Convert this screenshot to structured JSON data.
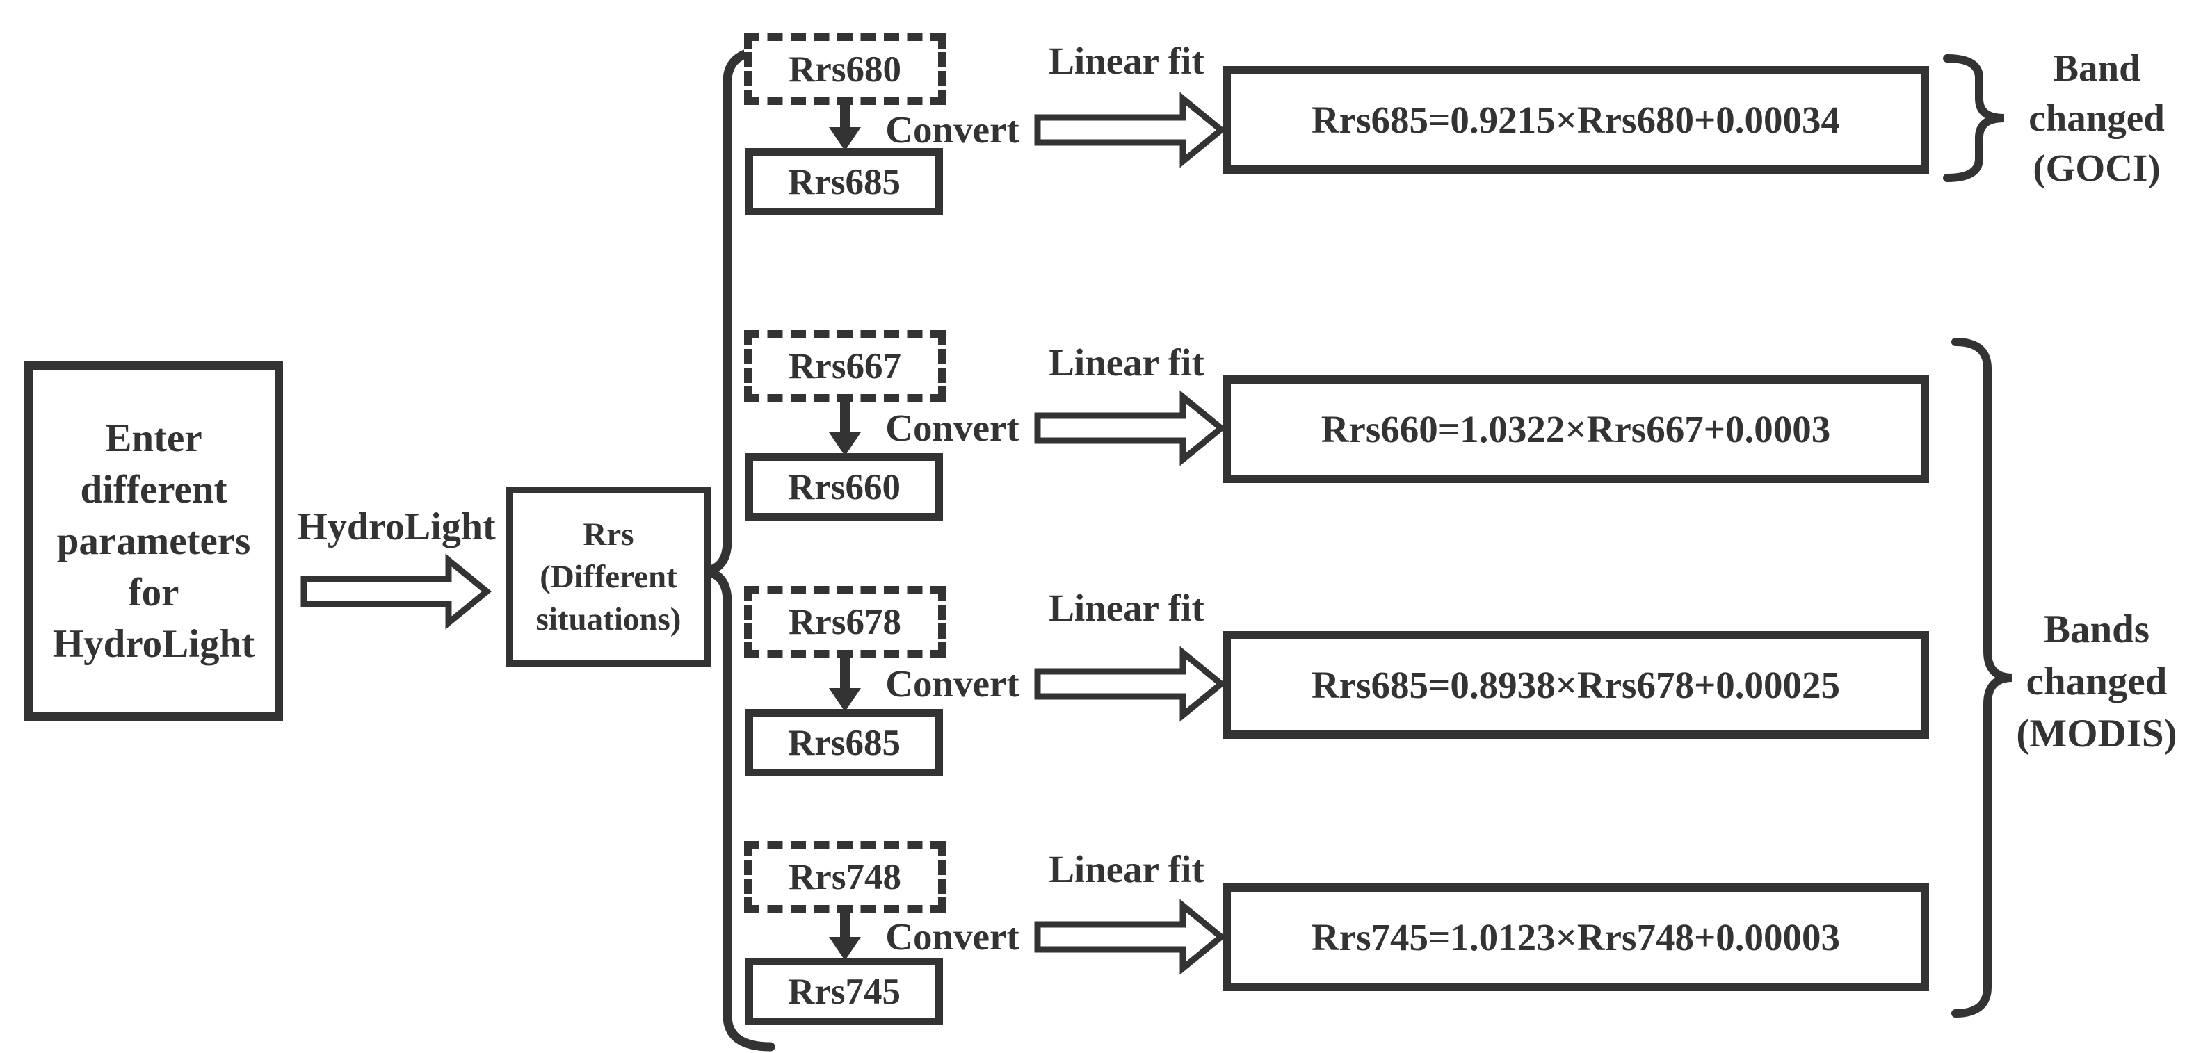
{
  "colors": {
    "ink": "#333333",
    "background": "#ffffff"
  },
  "flow": {
    "input_box": {
      "lines": [
        "Enter",
        "different",
        "parameters",
        "for",
        "HydroLight"
      ]
    },
    "hydrolight_label": "HydroLight",
    "rrs_box": {
      "lines": [
        "Rrs",
        "(Different",
        "situations)"
      ]
    },
    "branches": [
      {
        "source": "Rrs680",
        "convert_label": "Convert",
        "target": "Rrs685",
        "linear_fit_label": "Linear fit",
        "formula": "Rrs685=0.9215×Rrs680+0.00034"
      },
      {
        "source": "Rrs667",
        "convert_label": "Convert",
        "target": "Rrs660",
        "linear_fit_label": "Linear fit",
        "formula": "Rrs660=1.0322×Rrs667+0.0003"
      },
      {
        "source": "Rrs678",
        "convert_label": "Convert",
        "target": "Rrs685",
        "linear_fit_label": "Linear fit",
        "formula": "Rrs685=0.8938×Rrs678+0.00025"
      },
      {
        "source": "Rrs748",
        "convert_label": "Convert",
        "target": "Rrs745",
        "linear_fit_label": "Linear fit",
        "formula": "Rrs745=1.0123×Rrs748+0.00003"
      }
    ],
    "goci_group": {
      "lines": [
        "Band",
        "changed",
        "(GOCI)"
      ]
    },
    "modis_group": {
      "lines": [
        "Bands",
        "changed",
        "(MODIS)"
      ]
    }
  }
}
